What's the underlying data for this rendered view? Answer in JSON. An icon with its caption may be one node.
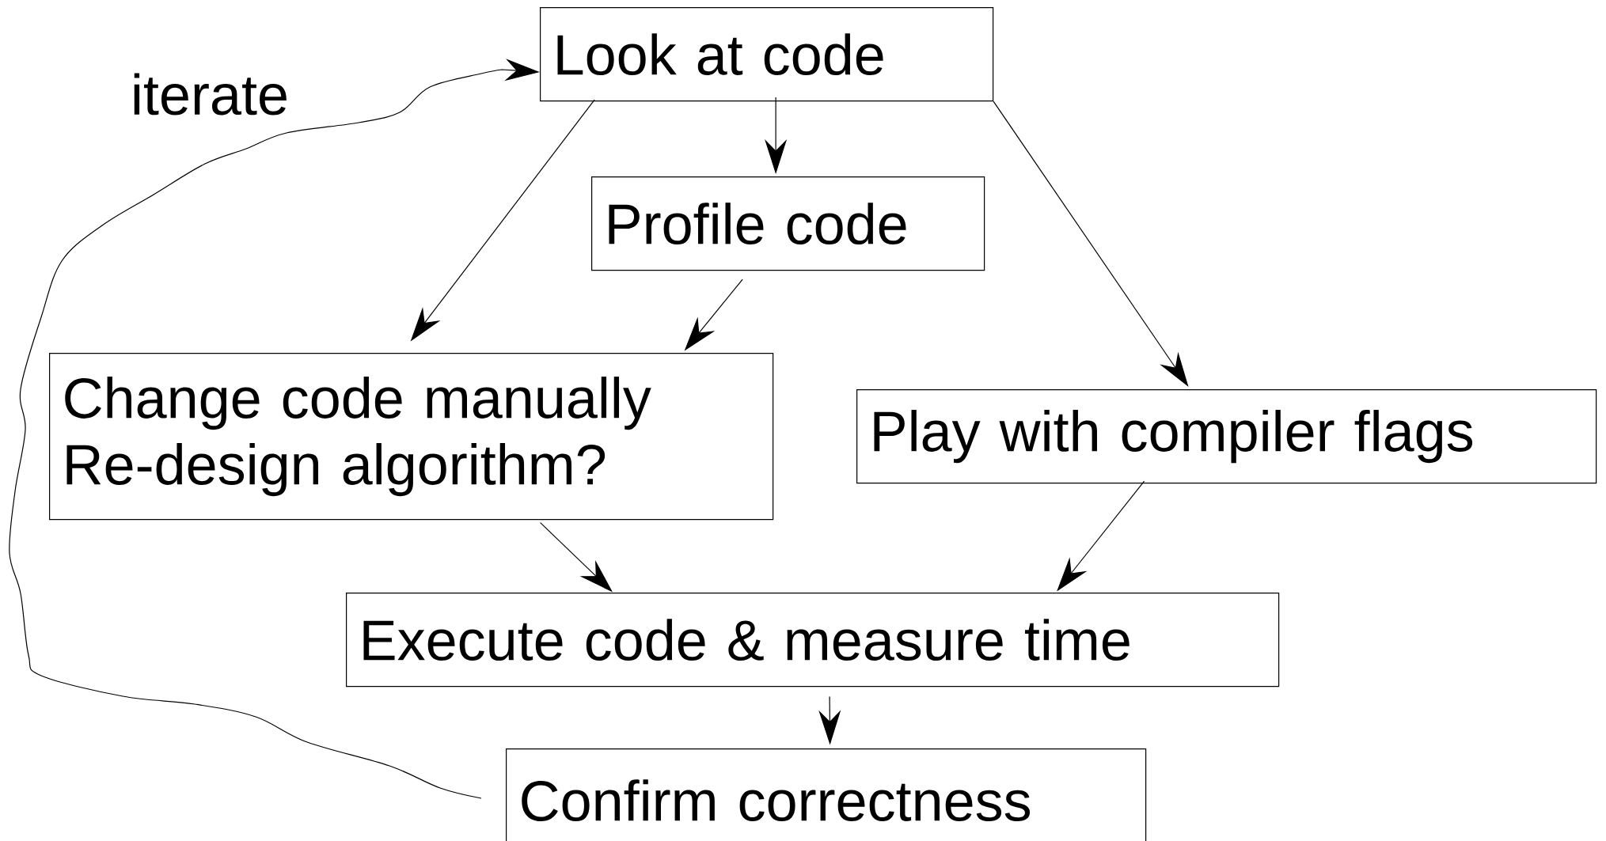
{
  "diagram": {
    "nodes": [
      {
        "text": [
          "Look at code"
        ]
      },
      {
        "text": [
          "Profile code"
        ]
      },
      {
        "text": [
          "Change code manually",
          "Re-design algorithm?"
        ]
      },
      {
        "text": [
          "Play with compiler flags"
        ]
      },
      {
        "text": [
          "Execute code & measure time"
        ]
      },
      {
        "text": [
          "Confirm correctness"
        ]
      }
    ],
    "edges": [
      {
        "from": 0,
        "to": 2,
        "arrow": "to"
      },
      {
        "from": 0,
        "to": 1,
        "arrow": "to"
      },
      {
        "from": 0,
        "to": 3,
        "arrow": "to"
      },
      {
        "from": 1,
        "to": 2,
        "arrow": "to"
      },
      {
        "from": 2,
        "to": 4,
        "arrow": "to"
      },
      {
        "from": 3,
        "to": 4,
        "arrow": "to"
      },
      {
        "from": 4,
        "to": 5,
        "arrow": "to"
      },
      {
        "from": 5,
        "to": 0,
        "arrow": "to"
      }
    ],
    "labels": [
      "iterate"
    ]
  }
}
